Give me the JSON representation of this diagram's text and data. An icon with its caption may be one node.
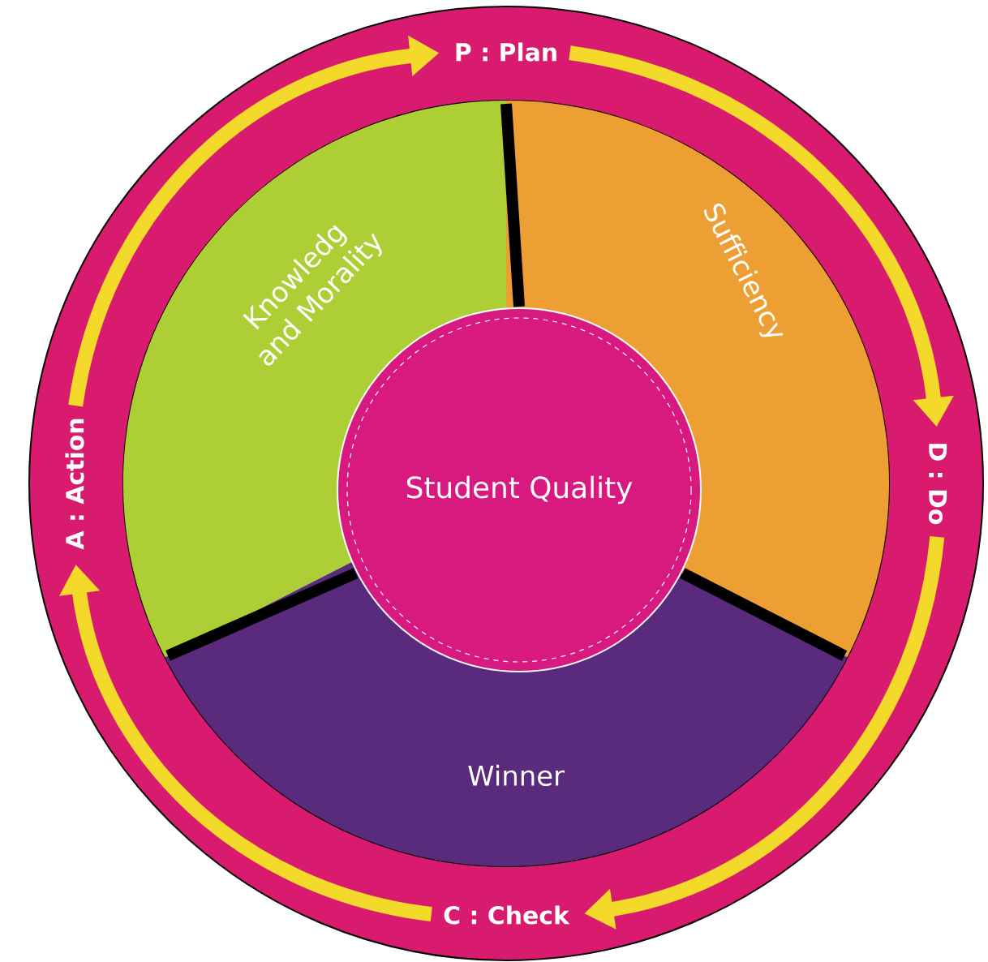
{
  "diagram": {
    "nodes": [
      {
        "text": [
          "P : Plan"
        ]
      },
      {
        "text": [
          "D : Do"
        ]
      },
      {
        "text": [
          "C : Check"
        ]
      },
      {
        "text": [
          "A : Action"
        ]
      },
      {
        "text": [
          "Knowledg and Morality"
        ]
      },
      {
        "text": [
          "Sufficiency"
        ]
      },
      {
        "text": [
          "Winner"
        ]
      },
      {
        "text": [
          "Student Quality"
        ]
      }
    ],
    "edges": [
      {
        "from": 0,
        "to": 1,
        "arrow": "to"
      },
      {
        "from": 1,
        "to": 2,
        "arrow": "to"
      },
      {
        "from": 2,
        "to": 3,
        "arrow": "to"
      },
      {
        "from": 3,
        "to": 0,
        "arrow": "to"
      }
    ]
  }
}
